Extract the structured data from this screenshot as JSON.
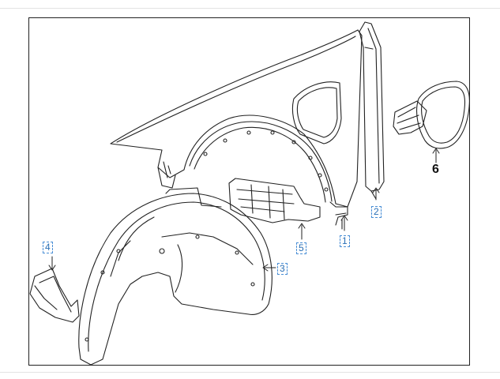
{
  "callouts": {
    "c1": "1",
    "c2": "2",
    "c3": "3",
    "c4": "4",
    "c5": "5",
    "c6": "6"
  },
  "colors": {
    "line": "#222222",
    "callout": "#2a6fb5"
  }
}
